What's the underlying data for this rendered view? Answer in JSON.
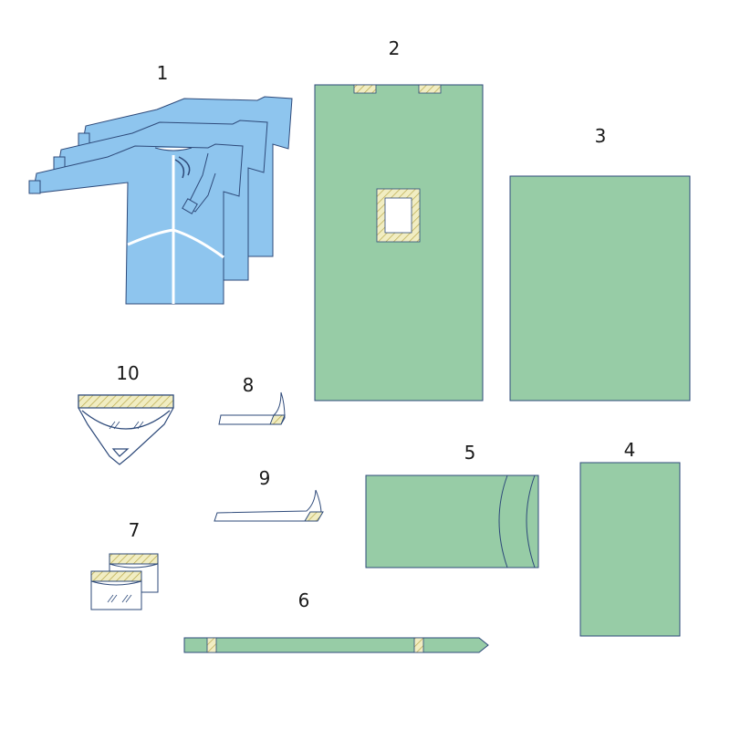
{
  "labels": {
    "gowns": "1",
    "incise_drape": "2",
    "large_sheet": "3",
    "small_sheet": "4",
    "folded_drape": "5",
    "tape_strip": "6",
    "pouches": "7",
    "adhesive_strip_short": "8",
    "adhesive_strip_long": "9",
    "collection_pouch": "10"
  },
  "colors": {
    "drape_green": "#97CCA6",
    "gown_blue": "#8EC5EE",
    "outline_navy": "#2E4A7A",
    "adhesive_yellow": "#F1EDC2",
    "hatch": "#B8A84A",
    "white": "#ffffff"
  }
}
